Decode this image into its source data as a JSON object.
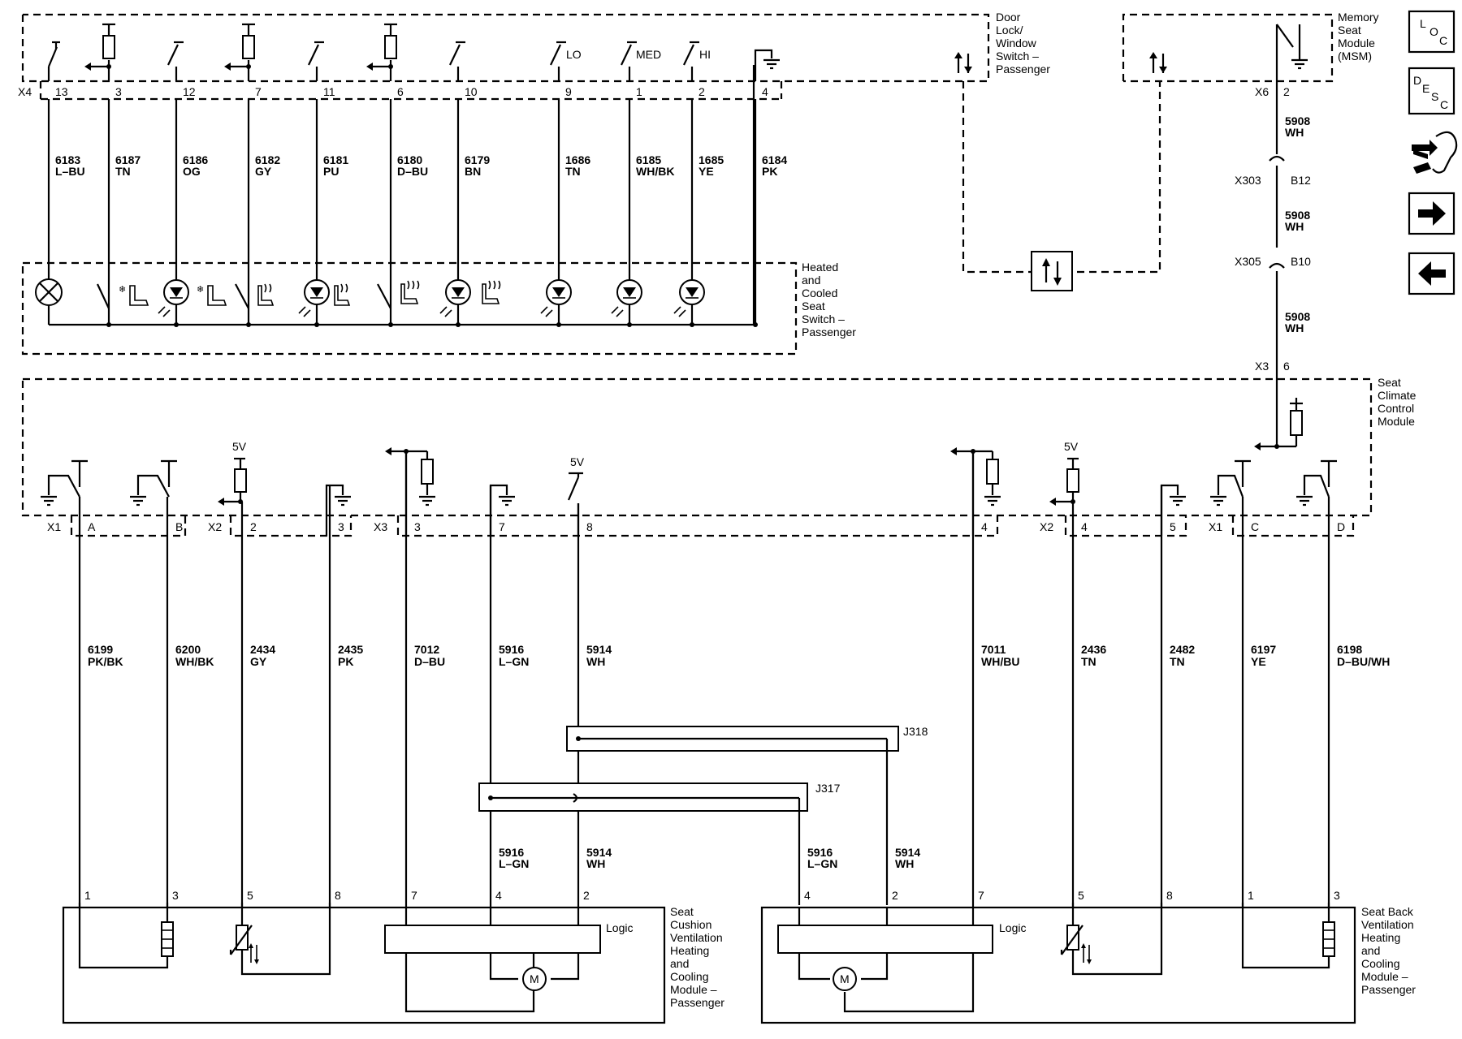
{
  "components": {
    "door_switch": [
      "Door",
      "Lock/",
      "Window",
      "Switch –",
      "Passenger"
    ],
    "msm": [
      "Memory",
      "Seat",
      "Module",
      "(MSM)"
    ],
    "seat_switch": [
      "Heated",
      "and",
      "Cooled",
      "Seat",
      "Switch –",
      "Passenger"
    ],
    "scm": [
      "Seat",
      "Climate",
      "Control",
      "Module"
    ],
    "cushion": [
      "Seat",
      "Cushion",
      "Ventilation",
      "Heating",
      "and",
      "Cooling",
      "Module –",
      "Passenger"
    ],
    "back": [
      "Seat Back",
      "Ventilation",
      "Heating",
      "and",
      "Cooling",
      "Module –",
      "Passenger"
    ]
  },
  "x4": {
    "connector": "X4",
    "pins": [
      "13",
      "3",
      "12",
      "7",
      "11",
      "6",
      "10",
      "9",
      "1",
      "2",
      "4"
    ],
    "circuits": [
      "6183",
      "6187",
      "6186",
      "6182",
      "6181",
      "6180",
      "6179",
      "1686",
      "6185",
      "1685",
      "6184"
    ],
    "colors": [
      "L–BU",
      "TN",
      "OG",
      "GY",
      "PU",
      "D–BU",
      "BN",
      "TN",
      "WH/BK",
      "YE",
      "PK"
    ],
    "speed_labels": [
      "LO",
      "MED",
      "HI"
    ]
  },
  "msm_path": {
    "connector": "X6",
    "pin": "2",
    "wire1": [
      "5908",
      "WH"
    ],
    "inline1": [
      "X303",
      "B12"
    ],
    "wire2": [
      "5908",
      "WH"
    ],
    "inline2": [
      "X305",
      "B10"
    ],
    "wire3": [
      "5908",
      "WH"
    ],
    "scm_conn": [
      "X3",
      "6"
    ]
  },
  "scm_lower": {
    "connectors": [
      "X1",
      "X2",
      "X3",
      "X2",
      "X1"
    ],
    "pins": [
      "A",
      "B",
      "2",
      "3",
      "3",
      "7",
      "8",
      "4",
      "4",
      "5",
      "C",
      "D"
    ],
    "supply": [
      "5V",
      "5V",
      "5V"
    ],
    "circuits": [
      "6199",
      "6200",
      "2434",
      "2435",
      "7012",
      "5916",
      "5914",
      "7011",
      "2436",
      "2482",
      "6197",
      "6198"
    ],
    "colors": [
      "PK/BK",
      "WH/BK",
      "GY",
      "PK",
      "D–BU",
      "L–GN",
      "WH",
      "WH/BU",
      "TN",
      "TN",
      "YE",
      "D–BU/WH"
    ]
  },
  "splices": [
    "J318",
    "J317"
  ],
  "cushion_wires": {
    "circuits": [
      "5916",
      "5914"
    ],
    "colors": [
      "L–GN",
      "WH"
    ]
  },
  "back_wires": {
    "circuits": [
      "5916",
      "5914"
    ],
    "colors": [
      "L–GN",
      "WH"
    ]
  },
  "cushion_pins": [
    "1",
    "3",
    "5",
    "8",
    "7",
    "4",
    "2"
  ],
  "back_pins": [
    "4",
    "2",
    "7",
    "5",
    "8",
    "1",
    "3"
  ],
  "logic_label": "Logic",
  "motor_label": "M",
  "nav": {
    "loc": [
      "L",
      "O",
      "C"
    ],
    "desc": [
      "D",
      "E",
      "S",
      "C"
    ]
  }
}
